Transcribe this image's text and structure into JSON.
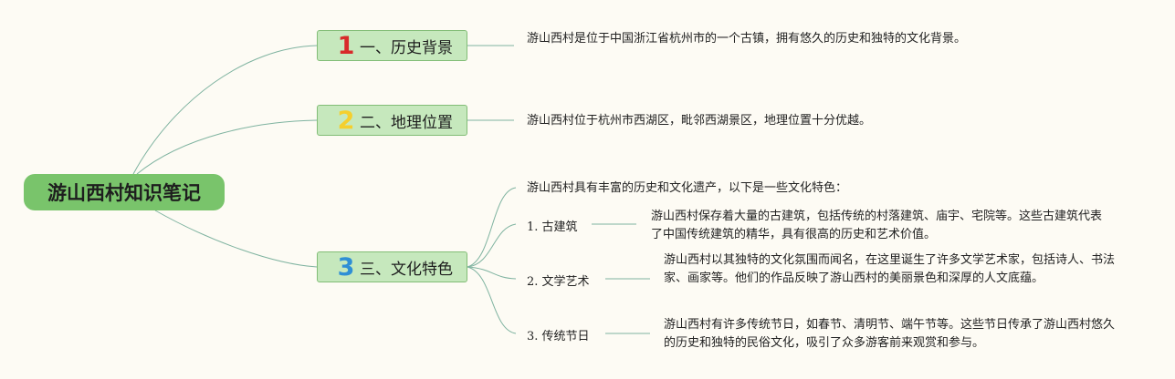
{
  "root": {
    "title": "游山西村知识笔记"
  },
  "topics": [
    {
      "number": "1",
      "label": "一、历史背景",
      "color": "#d82a2a",
      "text": "游山西村是位于中国浙江省杭州市的一个古镇，拥有悠久的历史和独特的文化背景。"
    },
    {
      "number": "2",
      "label": "二、地理位置",
      "color": "#f5cf2d",
      "text": "游山西村位于杭州市西湖区，毗邻西湖景区，地理位置十分优越。"
    },
    {
      "number": "3",
      "label": "三、文化特色",
      "color": "#2f8fd5",
      "intro": "游山西村具有丰富的历史和文化遗产，以下是一些文化特色：",
      "subtopics": [
        {
          "label": "1. 古建筑",
          "text": "游山西村保存着大量的古建筑，包括传统的村落建筑、庙宇、宅院等。这些古建筑代表了中国传统建筑的精华，具有很高的历史和艺术价值。"
        },
        {
          "label": "2. 文学艺术",
          "text": "游山西村以其独特的文化氛围而闻名，在这里诞生了许多文学艺术家，包括诗人、书法家、画家等。他们的作品反映了游山西村的美丽景色和深厚的人文底蕴。"
        },
        {
          "label": "3. 传统节日",
          "text": "游山西村有许多传统节日，如春节、清明节、端午节等。这些节日传承了游山西村悠久的历史和独特的民俗文化，吸引了众多游客前来观赏和参与。"
        }
      ]
    }
  ],
  "colors": {
    "background": "#fdfbf4",
    "root": "#79c46b",
    "topic_fill": "#c6e8bd",
    "line": "#7fb3a0"
  }
}
